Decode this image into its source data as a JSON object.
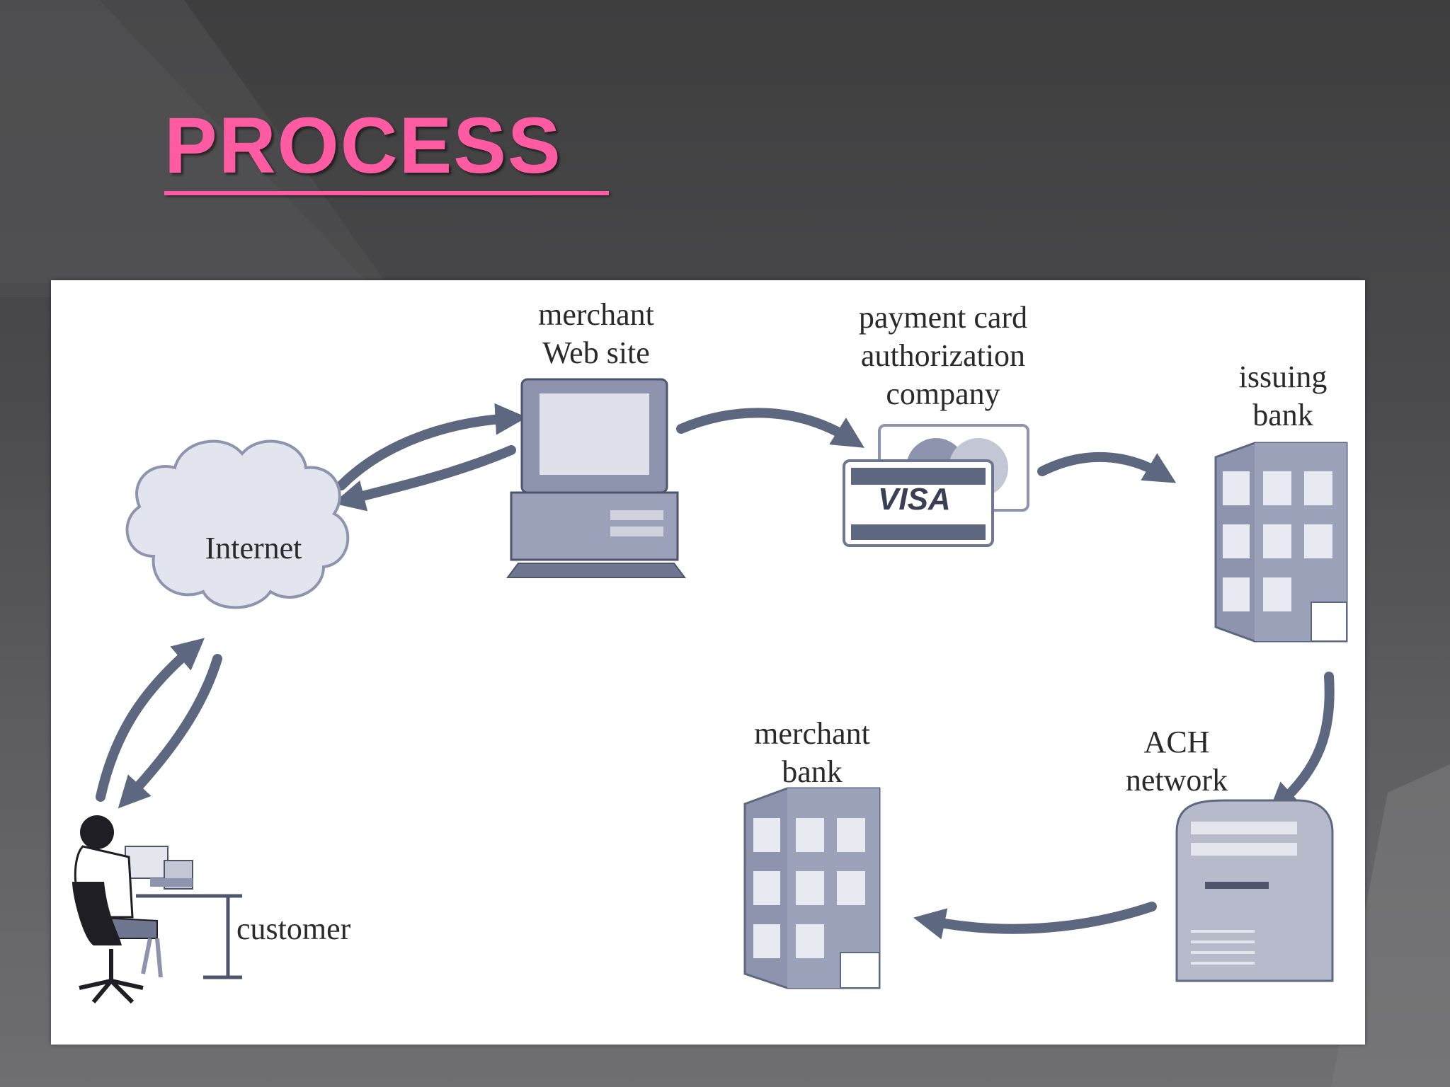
{
  "slide": {
    "title": "PROCESS",
    "accent_color": "#ff5ba3"
  },
  "diagram": {
    "nodes": {
      "internet": {
        "label": "Internet",
        "icon": "cloud-icon"
      },
      "merchant_site": {
        "label_line1": "merchant",
        "label_line2": "Web site",
        "icon": "computer-icon"
      },
      "card_auth": {
        "label_line1": "payment card",
        "label_line2": "authorization",
        "label_line3": "company",
        "icon": "credit-card-icon",
        "card_text": "VISA"
      },
      "issuing_bank": {
        "label_line1": "issuing",
        "label_line2": "bank",
        "icon": "bank-building-icon"
      },
      "ach": {
        "label_line1": "ACH",
        "label_line2": "network",
        "icon": "server-icon"
      },
      "merchant_bank": {
        "label_line1": "merchant",
        "label_line2": "bank",
        "icon": "bank-building-icon"
      },
      "customer": {
        "label": "customer",
        "icon": "person-at-desk-icon"
      }
    },
    "arrow_color": "#5d6880",
    "illustration_color": "#8e94ad"
  }
}
